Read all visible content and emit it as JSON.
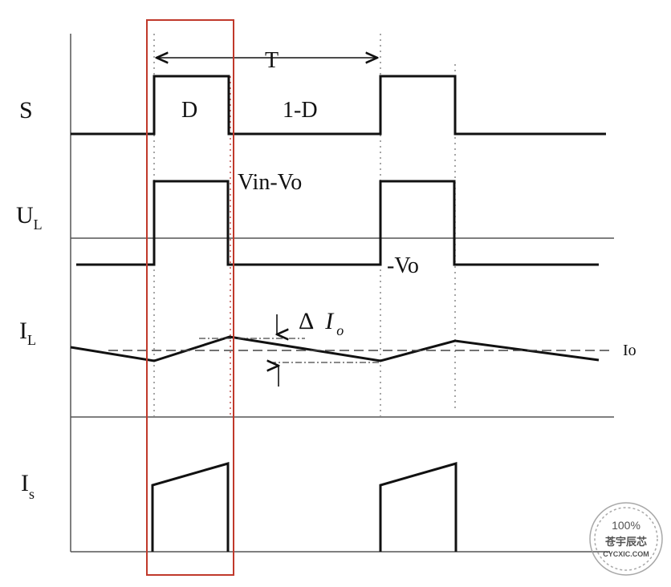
{
  "signals": {
    "s_label": "S",
    "ul_label_main": "U",
    "ul_label_sub": "L",
    "il_label_main": "I",
    "il_label_sub": "L",
    "is_label_main": "I",
    "is_label_sub": "s"
  },
  "annotations": {
    "period": "T",
    "duty": "D",
    "one_minus_duty": "1-D",
    "vin_minus_vo": "Vin-Vo",
    "minus_vo": "-Vo",
    "delta_symbol": "Δ",
    "delta_i_main": "I",
    "delta_i_sub": "o",
    "io_level": "Io"
  },
  "watermark": {
    "percent": "100%",
    "name": "苍宇辰芯",
    "site": "CYCXIC.COM"
  },
  "colors": {
    "highlight_box": "#c0392b",
    "trace": "#111111"
  }
}
